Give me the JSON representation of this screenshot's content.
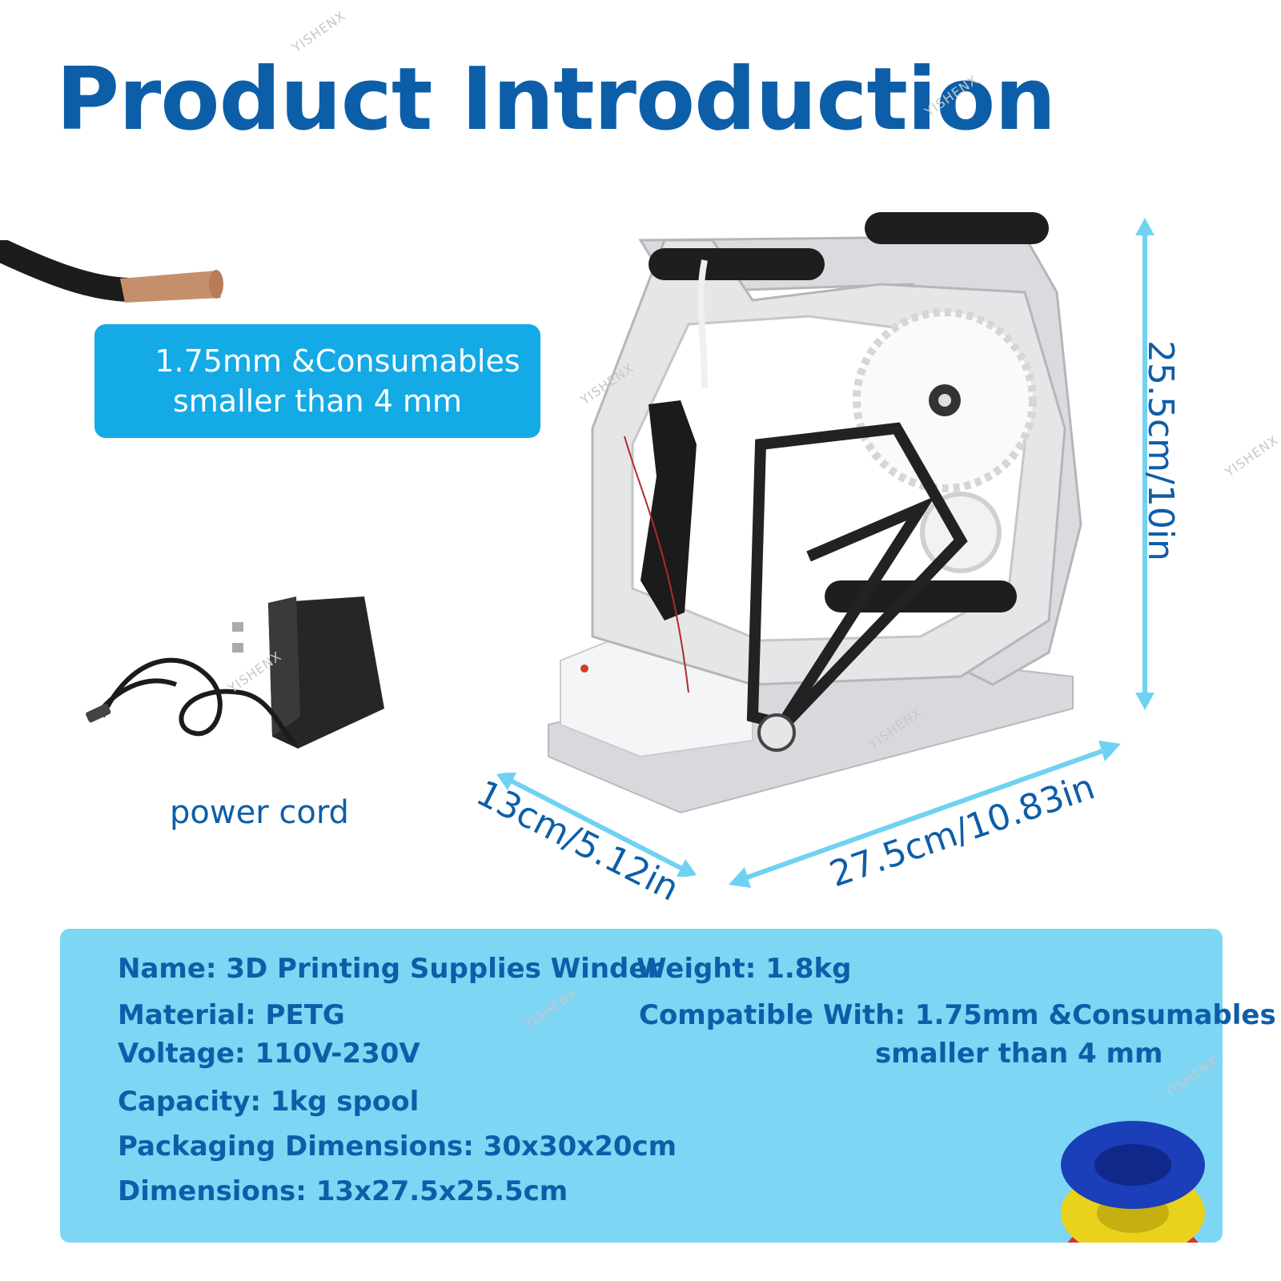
{
  "title": "Product Introduction",
  "badge": {
    "line1": "1.75mm &Consumables",
    "line2": "smaller than 4 mm"
  },
  "power_cord_label": "power cord",
  "dimensions": {
    "height": "25.5cm/10in",
    "depth": "13cm/5.12in",
    "width": "27.5cm/10.83in"
  },
  "specs": {
    "name": "Name: 3D Printing Supplies Winder",
    "material": "Material: PETG",
    "voltage": "Voltage: 110V-230V",
    "capacity": "Capacity: 1kg spool",
    "packaging": "Packaging Dimensions: 30x30x20cm",
    "dimensions": "Dimensions: 13x27.5x25.5cm",
    "weight": "Weight: 1.8kg",
    "compatible_line1": "Compatible With: 1.75mm &Consumables",
    "compatible_line2": "smaller than 4 mm"
  },
  "watermark": "YISHENX",
  "colors": {
    "title": "#0d5ea8",
    "badge": "#13aae6",
    "info_panel": "#7dd6f4",
    "arrow": "#6fd2f2"
  }
}
